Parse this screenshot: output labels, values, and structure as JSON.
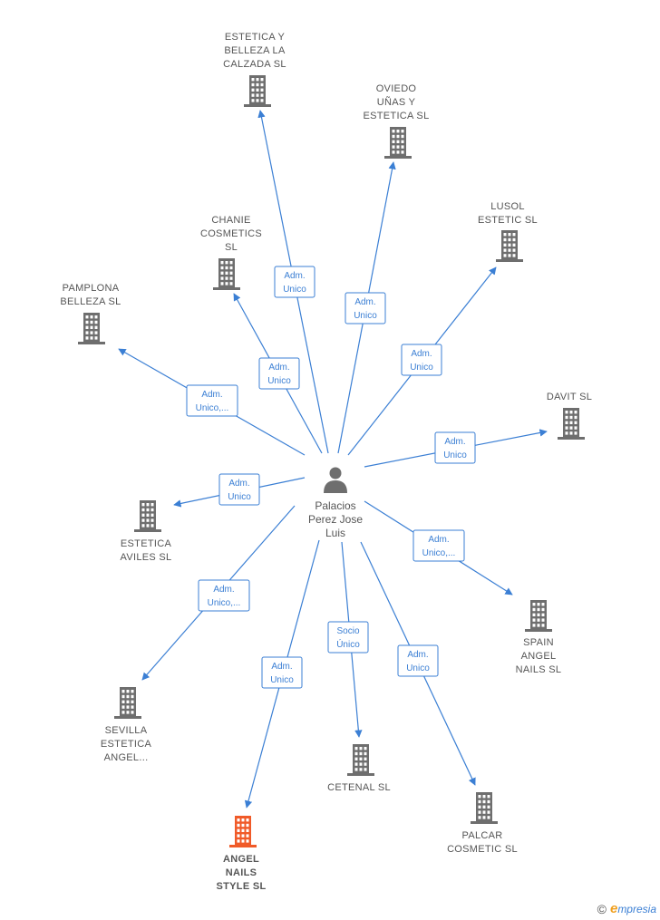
{
  "center": {
    "name_lines": [
      "Palacios",
      "Perez Jose",
      "Luis"
    ],
    "icon": "person-icon"
  },
  "companies": [
    {
      "id": "estetica-y-belleza-la-calzada",
      "lines": [
        "ESTETICA Y",
        "BELLEZA LA",
        "CALZADA  SL"
      ],
      "icon": "building-icon",
      "highlight": false
    },
    {
      "id": "oviedo-unas-y-estetica",
      "lines": [
        "OVIEDO",
        "UÑAS Y",
        "ESTETICA  SL"
      ],
      "icon": "building-icon",
      "highlight": false
    },
    {
      "id": "lusol-estetic",
      "lines": [
        "LUSOL",
        "ESTETIC  SL"
      ],
      "icon": "building-icon",
      "highlight": false
    },
    {
      "id": "chanie-cosmetics",
      "lines": [
        "CHANIE",
        "COSMETICS",
        "SL"
      ],
      "icon": "building-icon",
      "highlight": false
    },
    {
      "id": "pamplona-belleza",
      "lines": [
        "PAMPLONA",
        "BELLEZA  SL"
      ],
      "icon": "building-icon",
      "highlight": false
    },
    {
      "id": "davit",
      "lines": [
        "DAVIT SL"
      ],
      "icon": "building-icon",
      "highlight": false
    },
    {
      "id": "estetica-aviles",
      "lines": [
        "ESTETICA",
        "AVILES  SL"
      ],
      "icon": "building-icon",
      "highlight": false
    },
    {
      "id": "spain-angel-nails",
      "lines": [
        "SPAIN",
        "ANGEL",
        "NAILS  SL"
      ],
      "icon": "building-icon",
      "highlight": false
    },
    {
      "id": "sevilla-estetica-angel",
      "lines": [
        "SEVILLA",
        "ESTETICA",
        "ANGEL..."
      ],
      "icon": "building-icon",
      "highlight": false
    },
    {
      "id": "cetenal",
      "lines": [
        "CETENAL  SL"
      ],
      "icon": "building-icon",
      "highlight": false
    },
    {
      "id": "palcar-cosmetic",
      "lines": [
        "PALCAR",
        "COSMETIC  SL"
      ],
      "icon": "building-icon",
      "highlight": false
    },
    {
      "id": "angel-nails-style",
      "lines": [
        "ANGEL",
        "NAILS",
        "STYLE  SL"
      ],
      "icon": "building-icon",
      "highlight": true
    }
  ],
  "relations": [
    {
      "target": "estetica-y-belleza-la-calzada",
      "label_lines": [
        "Adm.",
        "Unico"
      ]
    },
    {
      "target": "oviedo-unas-y-estetica",
      "label_lines": [
        "Adm.",
        "Unico"
      ]
    },
    {
      "target": "lusol-estetic",
      "label_lines": [
        "Adm.",
        "Unico"
      ]
    },
    {
      "target": "chanie-cosmetics",
      "label_lines": [
        "Adm.",
        "Unico"
      ]
    },
    {
      "target": "pamplona-belleza",
      "label_lines": [
        "Adm.",
        "Unico,..."
      ]
    },
    {
      "target": "davit",
      "label_lines": [
        "Adm.",
        "Unico"
      ]
    },
    {
      "target": "estetica-aviles",
      "label_lines": [
        "Adm.",
        "Unico"
      ]
    },
    {
      "target": "spain-angel-nails",
      "label_lines": [
        "Adm.",
        "Unico,..."
      ]
    },
    {
      "target": "sevilla-estetica-angel",
      "label_lines": [
        "Adm.",
        "Unico,..."
      ]
    },
    {
      "target": "cetenal",
      "label_lines": [
        "Socio",
        "Único"
      ]
    },
    {
      "target": "palcar-cosmetic",
      "label_lines": [
        "Adm.",
        "Unico"
      ]
    },
    {
      "target": "angel-nails-style",
      "label_lines": [
        "Adm.",
        "Unico"
      ]
    }
  ],
  "colors": {
    "edge": "#3b7fd4",
    "building": "#6e6e6e",
    "building_highlight": "#f05a28",
    "person": "#6e6e6e"
  },
  "brand": {
    "copyright": "©",
    "logo_initial": "e",
    "logo_rest": "mpresia"
  }
}
